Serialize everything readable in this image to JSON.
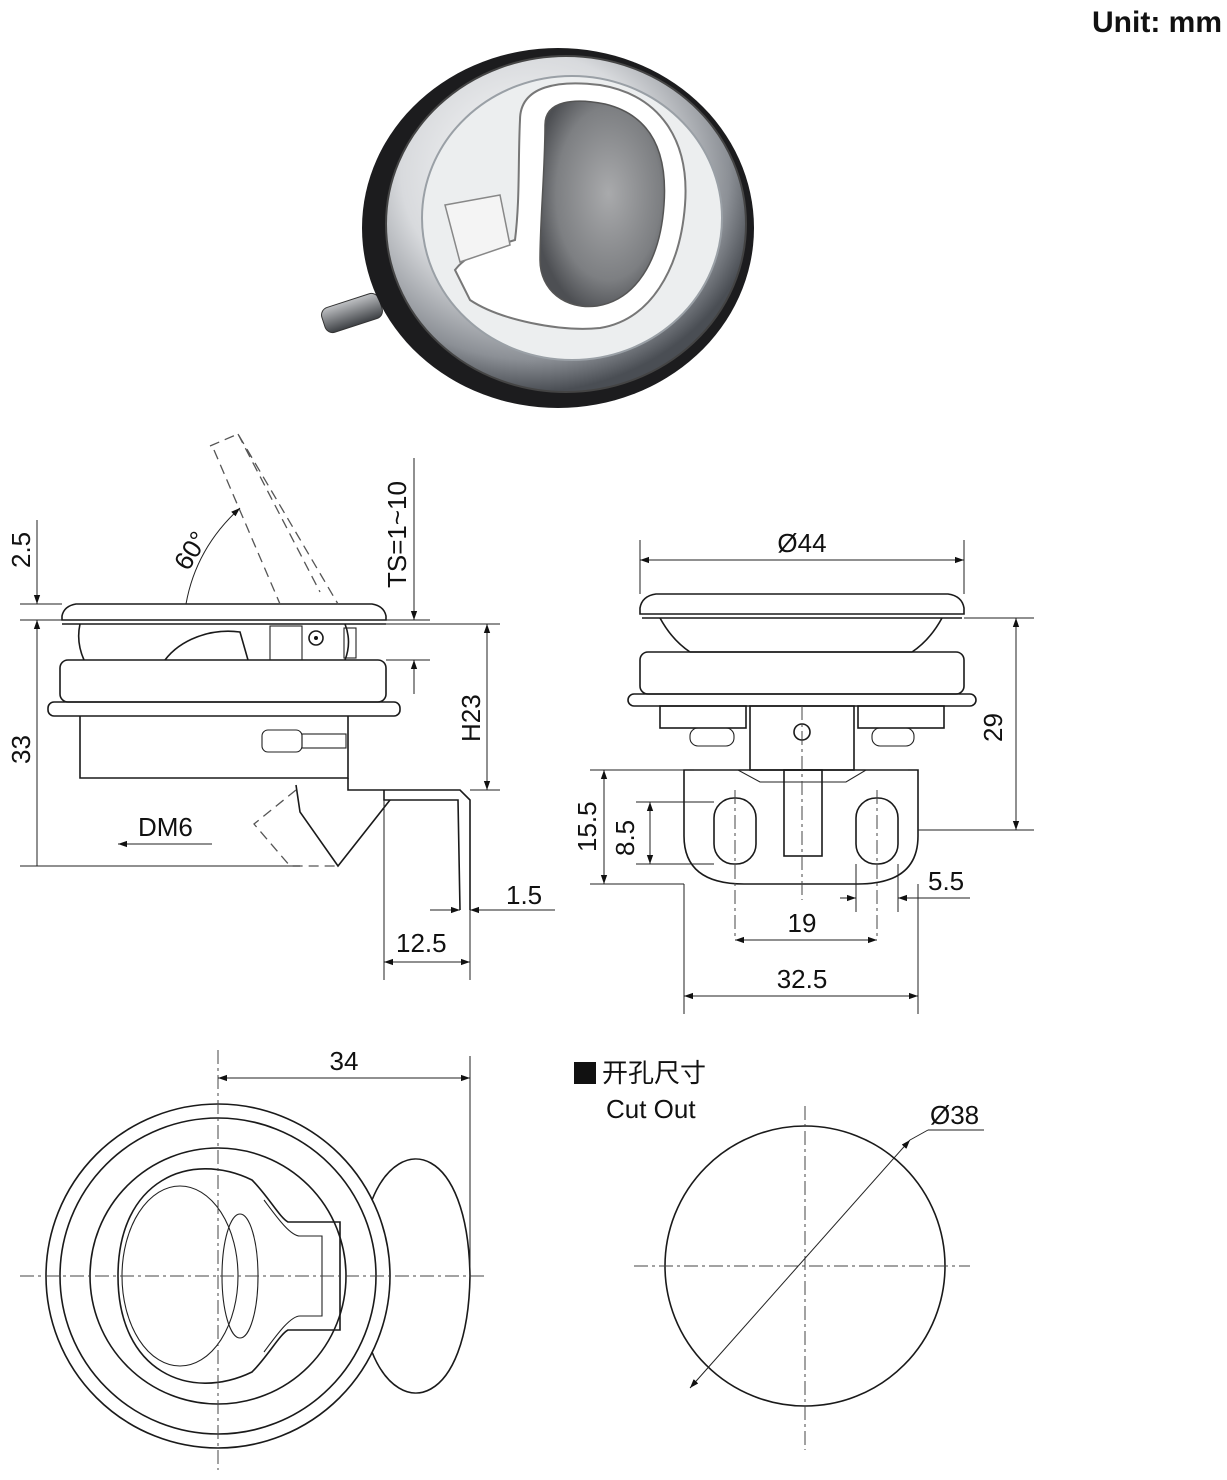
{
  "unit_label": "Unit: mm",
  "side_view": {
    "angle": "60°",
    "thickness": "TS=1~10",
    "lip": "2.5",
    "total_height": "33",
    "body_height": "H23",
    "thread": "DM6",
    "cam_thickness": "1.5",
    "cam_offset": "12.5"
  },
  "front_view": {
    "flange_diameter": "Ø44",
    "height": "29",
    "cam_height": "15.5",
    "slot_height": "8.5",
    "slot_width": "5.5",
    "slot_spacing": "19",
    "cam_width": "32.5"
  },
  "top_view": {
    "width": "34"
  },
  "cutout": {
    "title_cn": "开孔尺寸",
    "title_en": "Cut Out",
    "diameter": "Ø38"
  },
  "colors": {
    "line": "#1a1a1a",
    "background": "#ffffff"
  }
}
